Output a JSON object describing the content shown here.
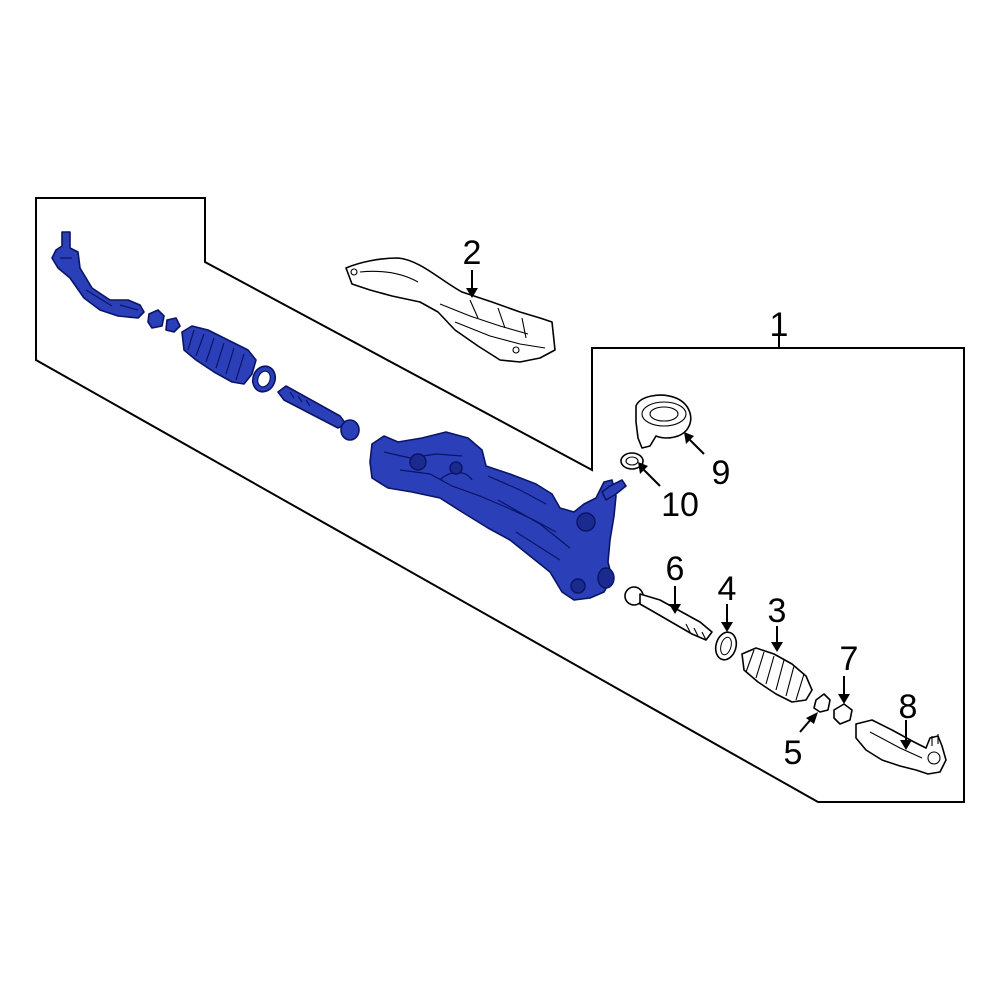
{
  "callouts": {
    "c1": "1",
    "c2": "2",
    "c3": "3",
    "c4": "4",
    "c5": "5",
    "c6": "6",
    "c7": "7",
    "c8": "8",
    "c9": "9",
    "c10": "10"
  },
  "colors": {
    "highlight_part": "#2a3fb8",
    "outline_part": "#ffffff",
    "line": "#000000"
  }
}
